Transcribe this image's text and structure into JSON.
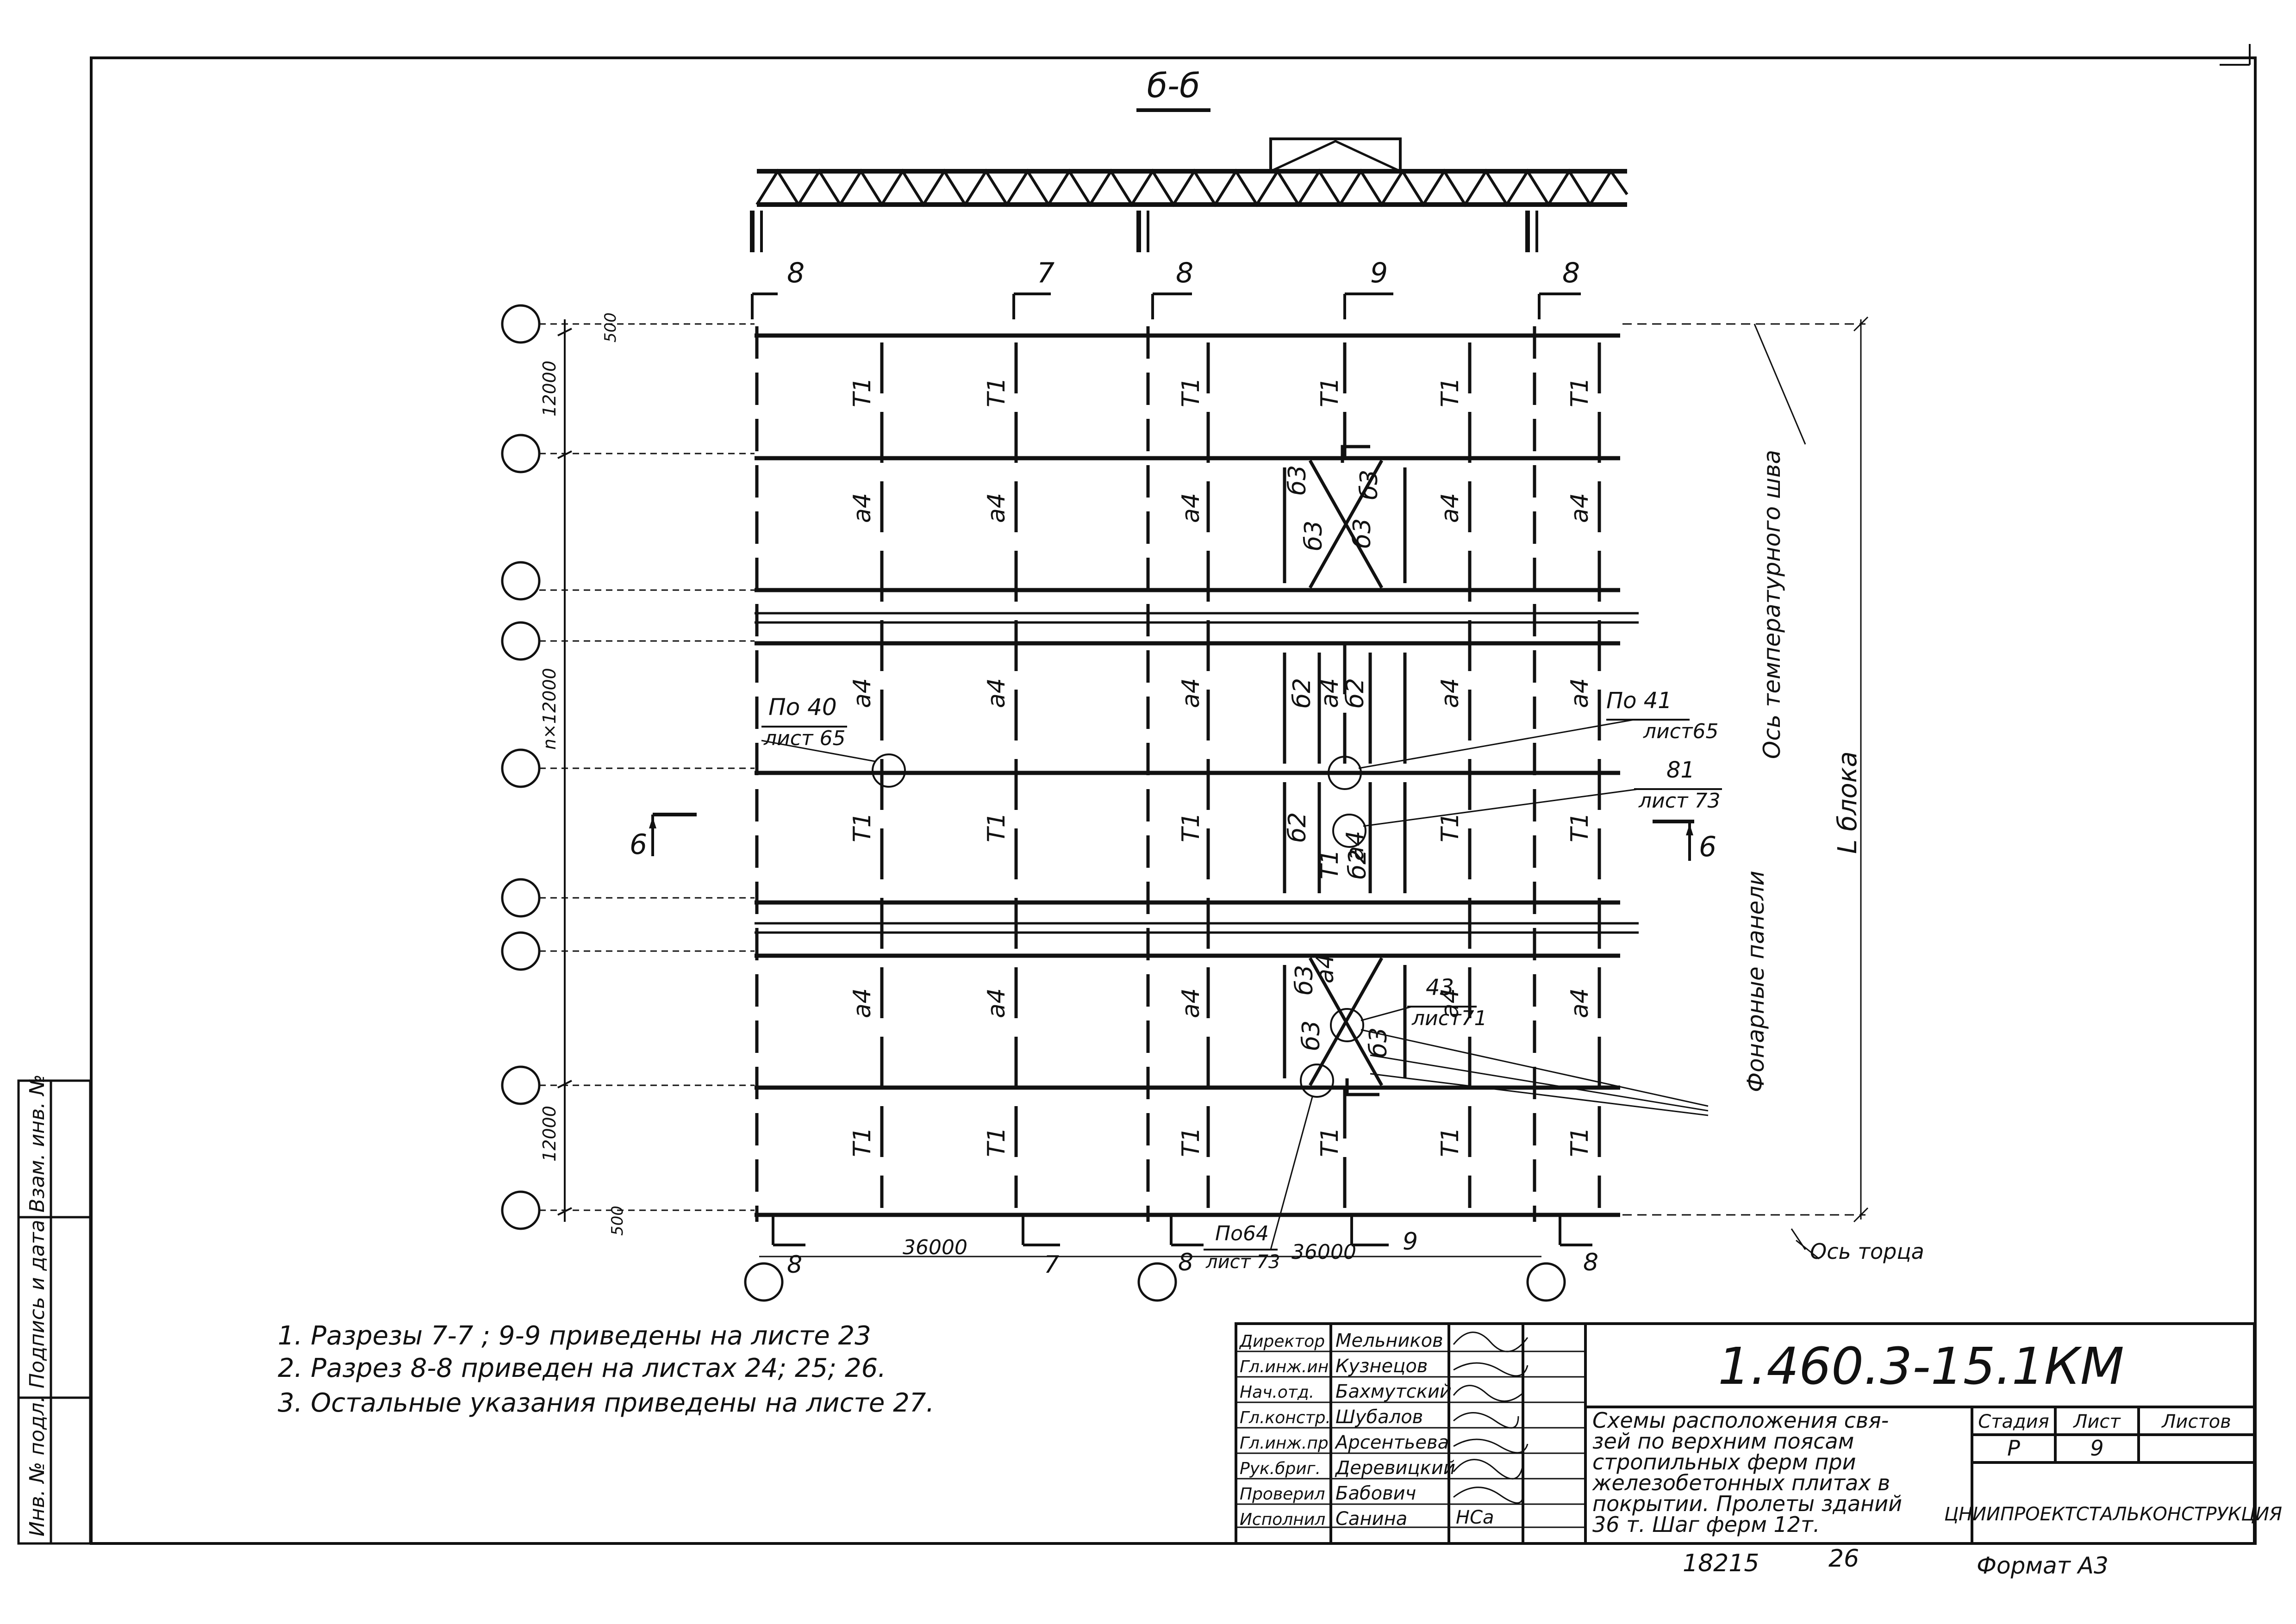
{
  "section_title": "б-б",
  "drawing": {
    "top_dims": {
      "d500": "500",
      "d12000": "12000"
    },
    "left_dims": {
      "n12000": "n×12000"
    },
    "bottom_dims": {
      "d500": "500",
      "d12000": "12000",
      "span1": "36000",
      "span2": "36000"
    },
    "grid_marks": [
      "8",
      "7",
      "8",
      "9",
      "8"
    ],
    "bottom_marks": [
      "8",
      "7",
      "8",
      "9",
      "8"
    ],
    "section_marker_left": "6",
    "section_marker_right": "6",
    "member_labels": {
      "t1": "T1",
      "a4": "a4",
      "b2": "б2",
      "b3": "б3"
    },
    "callouts": {
      "po40": "По 40",
      "list65a": "лист 65",
      "po41": "По 41",
      "list65b": "лист65",
      "n81": "81",
      "list73a": "лист 73",
      "n43": "43",
      "list71": "лист71",
      "po64": "По64",
      "list73b": "лист 73"
    },
    "axis_labels": {
      "temp_seam": "Ось температурного шва",
      "block_len": "L блока",
      "lantern": "Фонарные панели",
      "end_axis": "Ось торца"
    }
  },
  "notes": [
    "1. Разрезы 7-7 ; 9-9 приведены на листе 23",
    "2. Разрез 8-8 приведен на листах 24; 25; 26.",
    "3. Остальные указания приведены на листе 27."
  ],
  "side_stamp": [
    "Инв. № подл.",
    "Подпись и дата",
    "Взам. инв. №"
  ],
  "title_block": {
    "code": "1.460.3-15.1КМ",
    "description": [
      "Схемы расположения свя-",
      "зей по верхним поясам",
      "стропильных ферм при",
      "железобетонных плитах в",
      "покрытии. Пролеты зданий",
      "36 т. Шаг ферм 12т."
    ],
    "stage_header": "Стадия",
    "sheet_header": "Лист",
    "sheets_header": "Листов",
    "stage": "Р",
    "sheet": "9",
    "organization": "ЦНИИПРОЕКТСТАЛЬКОНСТРУКЦИЯ",
    "staff": [
      {
        "role": "Директор",
        "name": "Мельников"
      },
      {
        "role": "Гл.инж.ин.",
        "name": "Кузнецов"
      },
      {
        "role": "Нач.отд.",
        "name": "Бахмутский"
      },
      {
        "role": "Гл.констр.",
        "name": "Шубалов"
      },
      {
        "role": "Гл.инж.пр.",
        "name": "Арсентьева"
      },
      {
        "role": "Рук.бриг.",
        "name": "Деревицкий"
      },
      {
        "role": "Проверил",
        "name": "Бабович"
      },
      {
        "role": "Исполнил",
        "name": "Санина"
      }
    ],
    "signature_text": "НСа"
  },
  "footer": {
    "number": "18215",
    "page": "26",
    "format": "Формат А3"
  }
}
